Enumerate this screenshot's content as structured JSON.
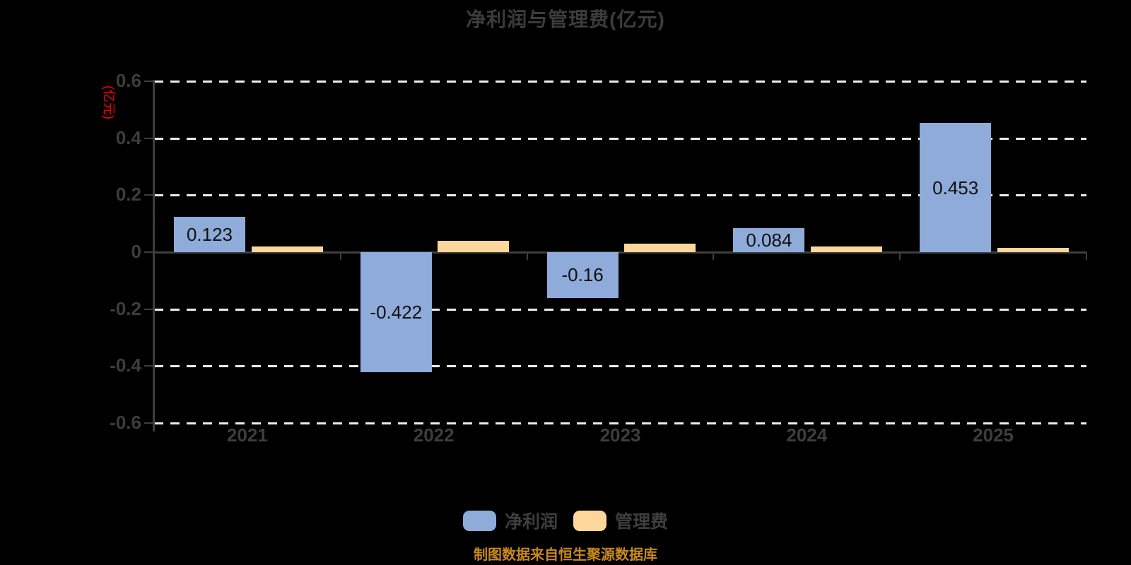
{
  "page": {
    "title": "净利润与管理费(亿元)",
    "source_note": "制图数据来自恒生聚源数据库",
    "background_color": "#000000"
  },
  "style": {
    "title_color": "#3c3c3c",
    "axis_color": "#3e3e3e",
    "tick_label_color": "#3d3d3d",
    "grid_color": "#ececec",
    "bar_label_color": "#101010",
    "ylabel_color": "#ff0000",
    "source_color": "#c8881e",
    "net_profit_color": "#8eabd9",
    "mgmt_fee_color": "#fcd69b"
  },
  "chart_data": {
    "type": "bar",
    "title": "净利润与管理费(亿元)",
    "ylabel": "(亿元)",
    "xlabel": "",
    "categories": [
      "2021",
      "2022",
      "2023",
      "2024",
      "2025"
    ],
    "series": [
      {
        "key": "net-profit",
        "name": "净利润",
        "color": "#8eabd9",
        "values": [
          0.123,
          -0.422,
          -0.16,
          0.084,
          0.453
        ],
        "data_labels": [
          "0.123",
          "-0.422",
          "-0.16",
          "0.084",
          "0.453"
        ]
      },
      {
        "key": "mgmt-fee",
        "name": "管理费",
        "color": "#fcd69b",
        "values": [
          0.02,
          0.04,
          0.03,
          0.02,
          0.015
        ],
        "data_labels": [
          "",
          "",
          "",
          "",
          ""
        ]
      }
    ],
    "ylim": [
      -0.6,
      0.6
    ],
    "yticks": [
      0.6,
      0.4,
      0.2,
      0,
      -0.2,
      -0.4,
      -0.6
    ],
    "ytick_labels": [
      "0.6",
      "0.4",
      "0.2",
      "0",
      "-0.2",
      "-0.4",
      "-0.6"
    ],
    "grid": "horizontal-dashed",
    "legend_position": "bottom",
    "source": "制图数据来自恒生聚源数据库"
  }
}
